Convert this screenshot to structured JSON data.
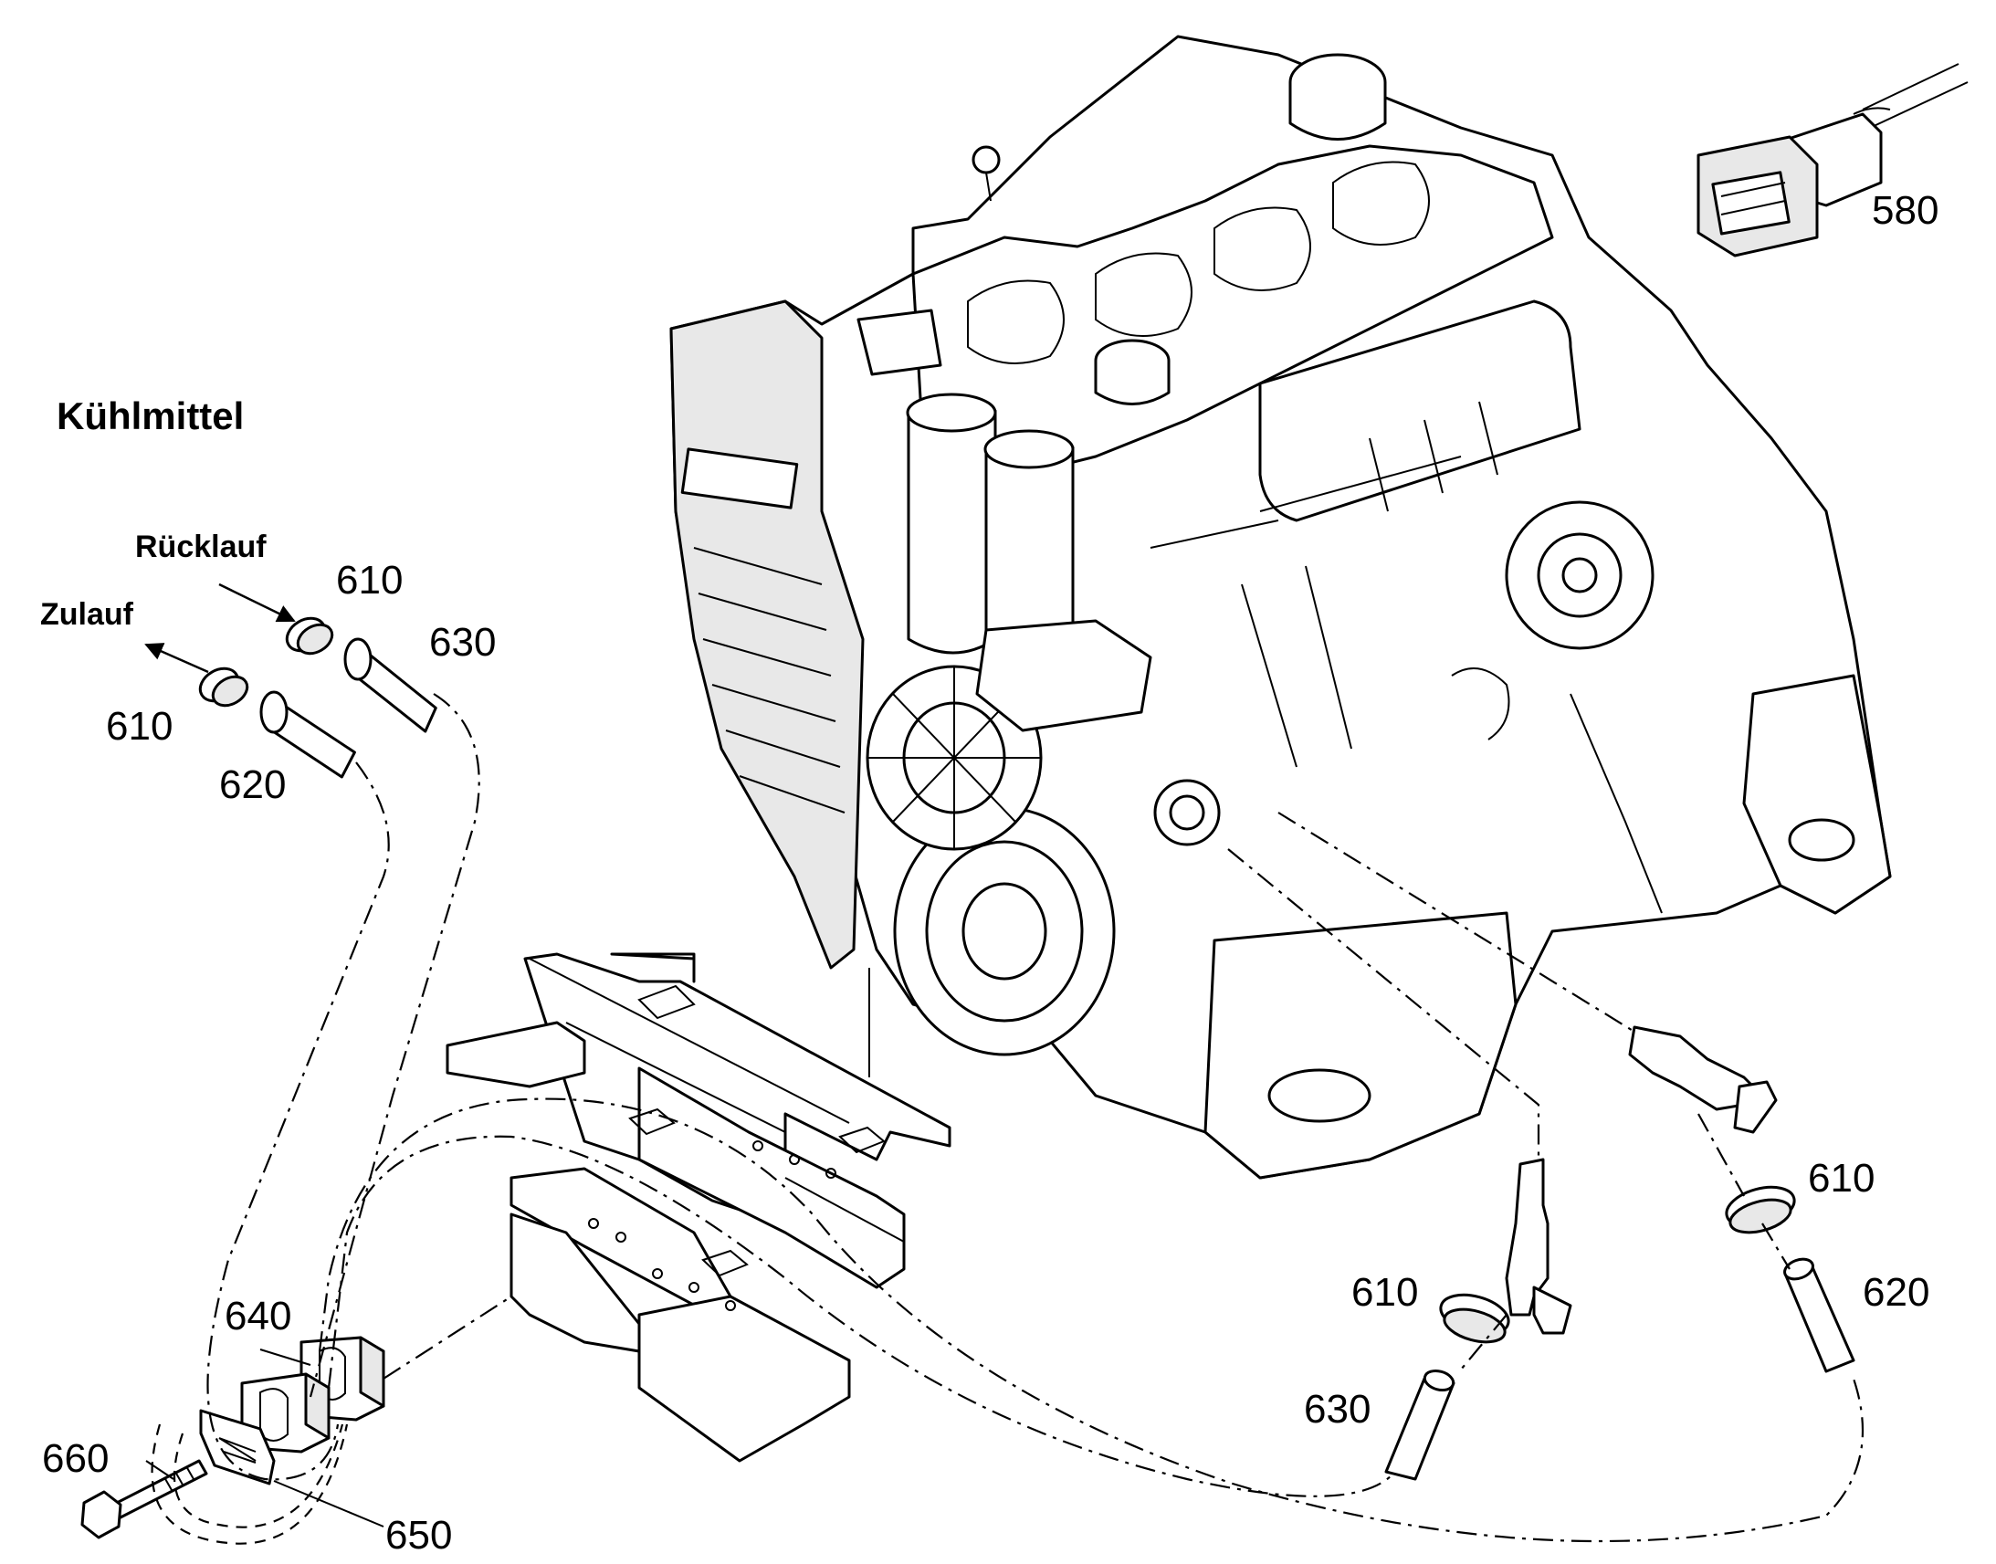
{
  "title": "Kühlmittel",
  "flow": {
    "return_label": "Rücklauf",
    "supply_label": "Zulauf"
  },
  "callouts": {
    "c580": "580",
    "c610_return": "610",
    "c630_top": "630",
    "c610_supply": "610",
    "c620_left": "620",
    "c610_right": "610",
    "c610_sensor": "610",
    "c620_right": "620",
    "c630_bottom": "630",
    "c640": "640",
    "c650": "650",
    "c660": "660"
  },
  "colors": {
    "line": "#000000",
    "background": "#ffffff"
  }
}
